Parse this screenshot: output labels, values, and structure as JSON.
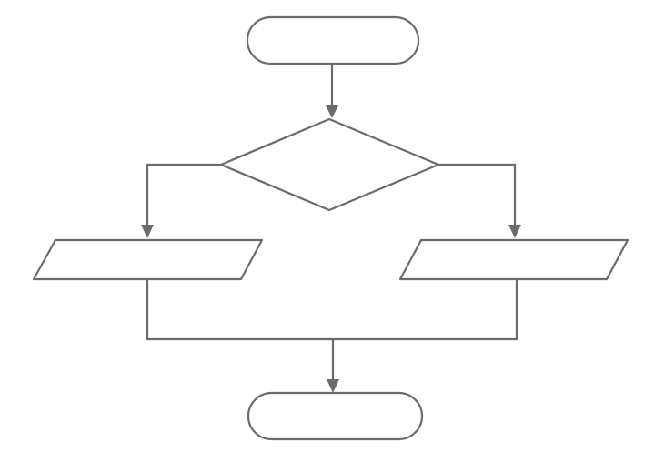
{
  "diagram": {
    "type": "flowchart",
    "nodes": [
      {
        "id": "start",
        "shape": "terminator",
        "label": ""
      },
      {
        "id": "decision",
        "shape": "decision",
        "label": ""
      },
      {
        "id": "left-io",
        "shape": "input-output",
        "label": ""
      },
      {
        "id": "right-io",
        "shape": "input-output",
        "label": ""
      },
      {
        "id": "end",
        "shape": "terminator",
        "label": ""
      }
    ],
    "edges": [
      {
        "from": "start",
        "to": "decision"
      },
      {
        "from": "decision",
        "to": "left-io",
        "side": "left"
      },
      {
        "from": "decision",
        "to": "right-io",
        "side": "right"
      },
      {
        "from": "left-io",
        "to": "end"
      },
      {
        "from": "right-io",
        "to": "end"
      }
    ],
    "colors": {
      "stroke": "#6b6b6b",
      "fill": "#ffffff",
      "background": "#ffffff"
    }
  }
}
